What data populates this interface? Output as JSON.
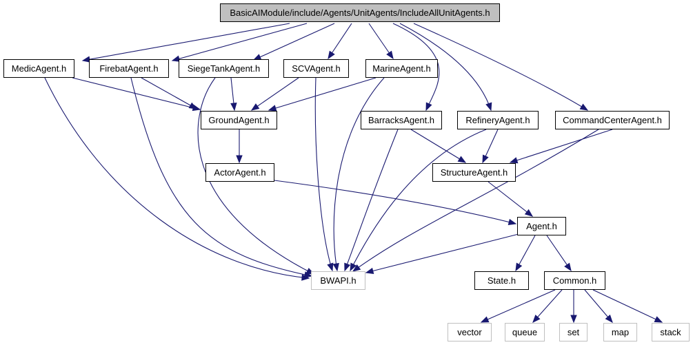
{
  "diagram": {
    "colors": {
      "edge": "#191970",
      "node_border": "#000000",
      "external_border": "#bfbfbf",
      "root_fill": "#bfbfbf",
      "background": "#ffffff"
    },
    "nodes": {
      "root": "BasicAIModule/include/Agents/UnitAgents/IncludeAllUnitAgents.h",
      "medic": "MedicAgent.h",
      "firebat": "FirebatAgent.h",
      "siegetank": "SiegeTankAgent.h",
      "scv": "SCVAgent.h",
      "marine": "MarineAgent.h",
      "barracks": "BarracksAgent.h",
      "refinery": "RefineryAgent.h",
      "commandcenter": "CommandCenterAgent.h",
      "ground": "GroundAgent.h",
      "actor": "ActorAgent.h",
      "structure": "StructureAgent.h",
      "agent": "Agent.h",
      "bwapi": "BWAPI.h",
      "state": "State.h",
      "common": "Common.h",
      "vector": "vector",
      "queue": "queue",
      "set": "set",
      "map": "map",
      "stack": "stack"
    },
    "edges": [
      [
        "root",
        "medic"
      ],
      [
        "root",
        "firebat"
      ],
      [
        "root",
        "siegetank"
      ],
      [
        "root",
        "scv"
      ],
      [
        "root",
        "marine"
      ],
      [
        "root",
        "barracks"
      ],
      [
        "root",
        "refinery"
      ],
      [
        "root",
        "commandcenter"
      ],
      [
        "medic",
        "ground"
      ],
      [
        "medic",
        "bwapi"
      ],
      [
        "firebat",
        "ground"
      ],
      [
        "firebat",
        "bwapi"
      ],
      [
        "siegetank",
        "ground"
      ],
      [
        "siegetank",
        "bwapi"
      ],
      [
        "scv",
        "ground"
      ],
      [
        "scv",
        "bwapi"
      ],
      [
        "marine",
        "ground"
      ],
      [
        "marine",
        "bwapi"
      ],
      [
        "ground",
        "actor"
      ],
      [
        "actor",
        "agent"
      ],
      [
        "barracks",
        "structure"
      ],
      [
        "barracks",
        "bwapi"
      ],
      [
        "refinery",
        "structure"
      ],
      [
        "refinery",
        "bwapi"
      ],
      [
        "commandcenter",
        "structure"
      ],
      [
        "commandcenter",
        "bwapi"
      ],
      [
        "structure",
        "agent"
      ],
      [
        "agent",
        "bwapi"
      ],
      [
        "agent",
        "state"
      ],
      [
        "agent",
        "common"
      ],
      [
        "common",
        "vector"
      ],
      [
        "common",
        "queue"
      ],
      [
        "common",
        "set"
      ],
      [
        "common",
        "map"
      ],
      [
        "common",
        "stack"
      ]
    ]
  }
}
